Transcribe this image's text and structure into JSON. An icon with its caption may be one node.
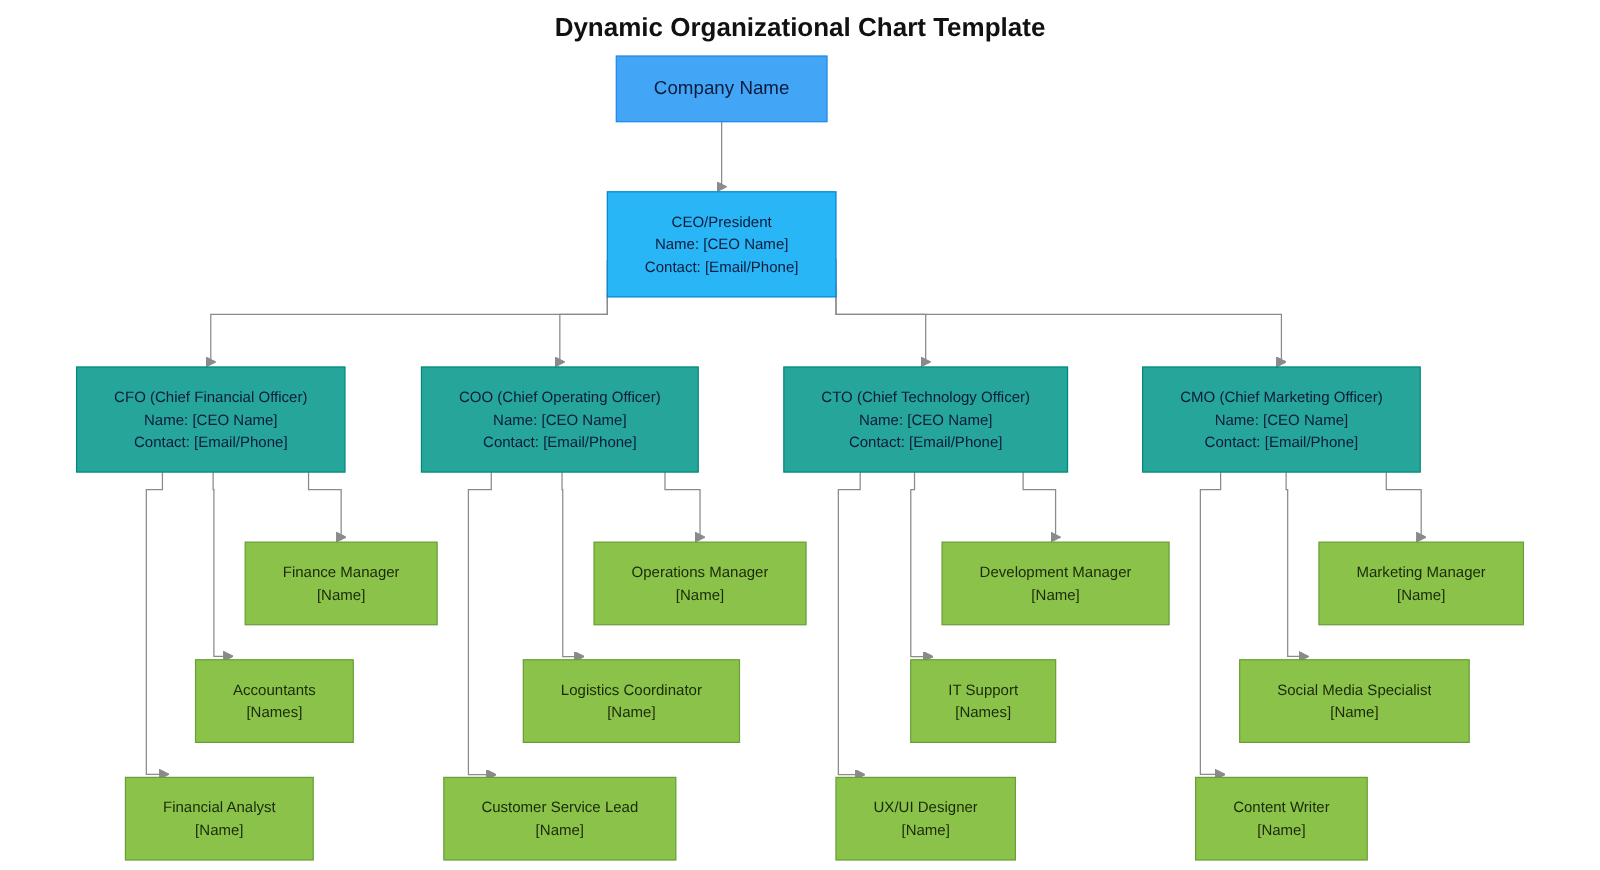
{
  "diagram": {
    "title": "Dynamic Organizational Chart Template",
    "nodes": [
      {
        "text": [
          "Company Name"
        ]
      },
      {
        "text": [
          "CEO/President",
          "Name: [CEO Name]",
          "Contact: [Email/Phone]"
        ]
      },
      {
        "text": [
          "CFO (Chief Financial Officer)",
          "Name: [CEO Name]",
          "Contact: [Email/Phone]"
        ]
      },
      {
        "text": [
          "COO (Chief Operating Officer)",
          "Name: [CEO Name]",
          "Contact: [Email/Phone]"
        ]
      },
      {
        "text": [
          "CTO (Chief Technology Officer)",
          "Name: [CEO Name]",
          "Contact: [Email/Phone]"
        ]
      },
      {
        "text": [
          "CMO (Chief Marketing Officer)",
          "Name: [CEO Name]",
          "Contact: [Email/Phone]"
        ]
      },
      {
        "text": [
          "Finance Manager",
          "[Name]"
        ]
      },
      {
        "text": [
          "Accountants",
          "[Names]"
        ]
      },
      {
        "text": [
          "Financial Analyst",
          "[Name]"
        ]
      },
      {
        "text": [
          "Operations Manager",
          "[Name]"
        ]
      },
      {
        "text": [
          "Logistics Coordinator",
          "[Name]"
        ]
      },
      {
        "text": [
          "Customer Service Lead",
          "[Name]"
        ]
      },
      {
        "text": [
          "Development Manager",
          "[Name]"
        ]
      },
      {
        "text": [
          "IT Support",
          "[Names]"
        ]
      },
      {
        "text": [
          "UX/UI Designer",
          "[Name]"
        ]
      },
      {
        "text": [
          "Marketing Manager",
          "[Name]"
        ]
      },
      {
        "text": [
          "Social Media Specialist",
          "[Name]"
        ]
      },
      {
        "text": [
          "Content Writer",
          "[Name]"
        ]
      }
    ],
    "edges": [
      {
        "from": 0,
        "to": 1,
        "arrow": "to"
      },
      {
        "from": 1,
        "to": 2,
        "arrow": "to"
      },
      {
        "from": 1,
        "to": 3,
        "arrow": "to"
      },
      {
        "from": 1,
        "to": 4,
        "arrow": "to"
      },
      {
        "from": 1,
        "to": 5,
        "arrow": "to"
      },
      {
        "from": 2,
        "to": 6,
        "arrow": "to"
      },
      {
        "from": 2,
        "to": 7,
        "arrow": "to"
      },
      {
        "from": 2,
        "to": 8,
        "arrow": "to"
      },
      {
        "from": 3,
        "to": 9,
        "arrow": "to"
      },
      {
        "from": 3,
        "to": 10,
        "arrow": "to"
      },
      {
        "from": 3,
        "to": 11,
        "arrow": "to"
      },
      {
        "from": 4,
        "to": 12,
        "arrow": "to"
      },
      {
        "from": 4,
        "to": 13,
        "arrow": "to"
      },
      {
        "from": 4,
        "to": 14,
        "arrow": "to"
      },
      {
        "from": 5,
        "to": 15,
        "arrow": "to"
      },
      {
        "from": 5,
        "to": 16,
        "arrow": "to"
      },
      {
        "from": 5,
        "to": 17,
        "arrow": "to"
      }
    ]
  }
}
